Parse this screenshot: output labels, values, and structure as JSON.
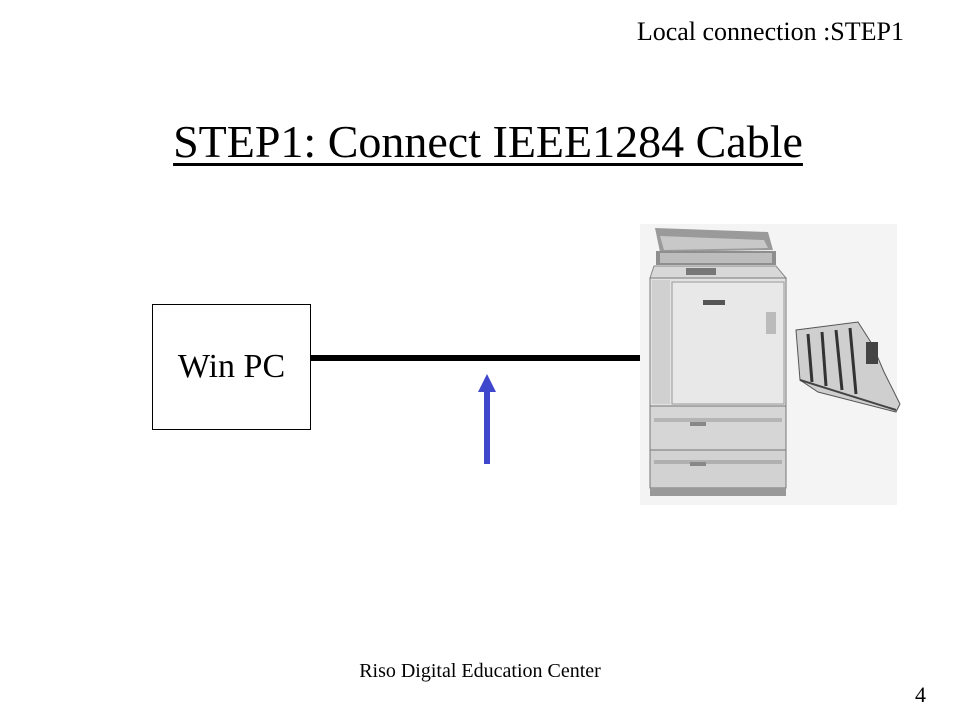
{
  "slide": {
    "header_label": "Local connection :STEP1",
    "title": "STEP1: Connect IEEE1284 Cable",
    "footer": "Riso Digital Education Center",
    "page_number": "4"
  },
  "diagram": {
    "pc_label": "Win PC",
    "cable_color": "#000000",
    "arrow_color": "#3f48cc",
    "device_icon": "printer-duplicator-icon"
  }
}
